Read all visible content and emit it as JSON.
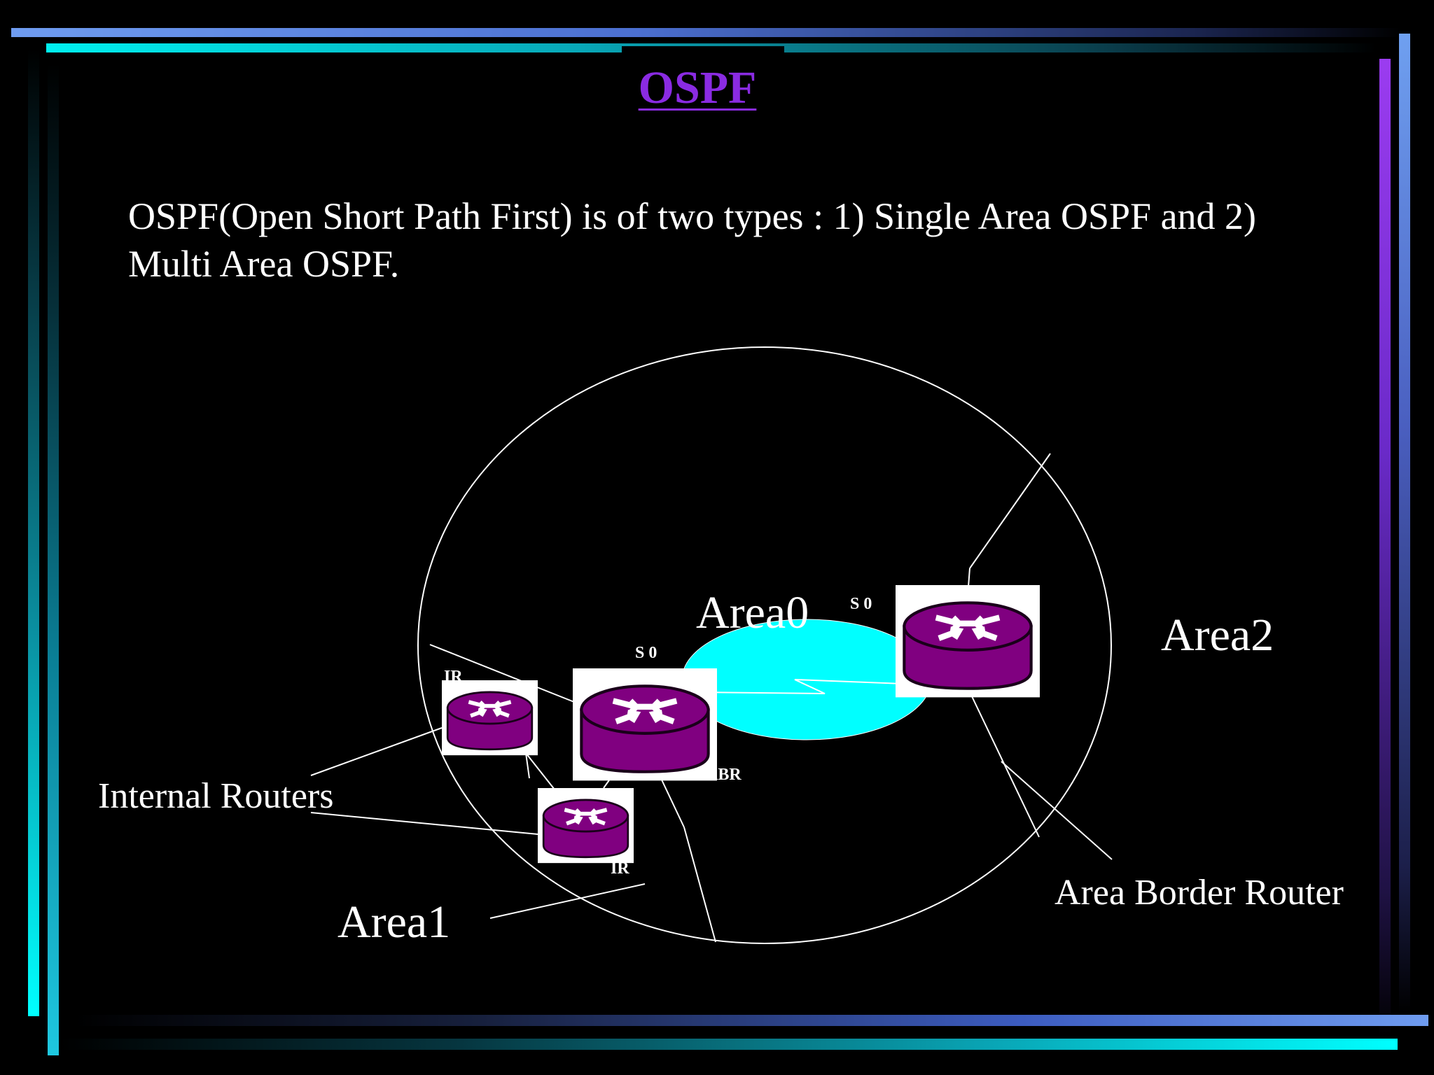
{
  "slide": {
    "title": "OSPF",
    "body": "OSPF(Open Short Path First) is of two types : 1) Single Area OSPF and 2) Multi Area OSPF."
  },
  "diagram": {
    "areas": {
      "area0": "Area0",
      "area1": "Area1",
      "area2": "Area2"
    },
    "interfaces": {
      "s0_left": "S 0",
      "s0_right": "S 0"
    },
    "router_tags": {
      "ir_top": "IR",
      "ir_bottom": "IR",
      "abr": "ABR"
    },
    "callouts": {
      "internal_routers": "Internal Routers",
      "area_border_router": "Area Border Router"
    }
  },
  "colors": {
    "background": "#000000",
    "title": "#8a2be2",
    "text": "#ffffff",
    "area0_fill": "#00ffff",
    "router_body": "#800080",
    "frame_cyan": "#00e5ee",
    "frame_blue": "#5b8def",
    "frame_purple": "#8a2be2"
  }
}
